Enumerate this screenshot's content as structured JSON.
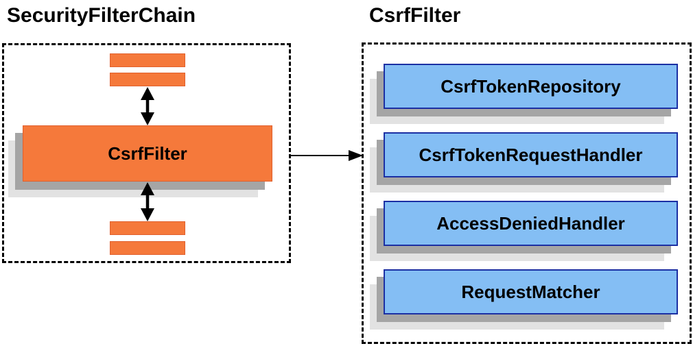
{
  "left_panel": {
    "title": "SecurityFilterChain",
    "filter_label": "CsrfFilter"
  },
  "right_panel": {
    "title": "CsrfFilter",
    "components": [
      "CsrfTokenRepository",
      "CsrfTokenRequestHandler",
      "AccessDeniedHandler",
      "RequestMatcher"
    ]
  },
  "colors": {
    "filter_orange": "#F5793B",
    "filter_orange_border": "#E0602D",
    "component_blue": "#84BEF4",
    "component_blue_border": "#1B2FA3",
    "shadow_gray": "#A5A5A5",
    "shadow_light_gray": "#E2E2E2",
    "arrow_black": "#000000",
    "title_black": "#000000"
  }
}
